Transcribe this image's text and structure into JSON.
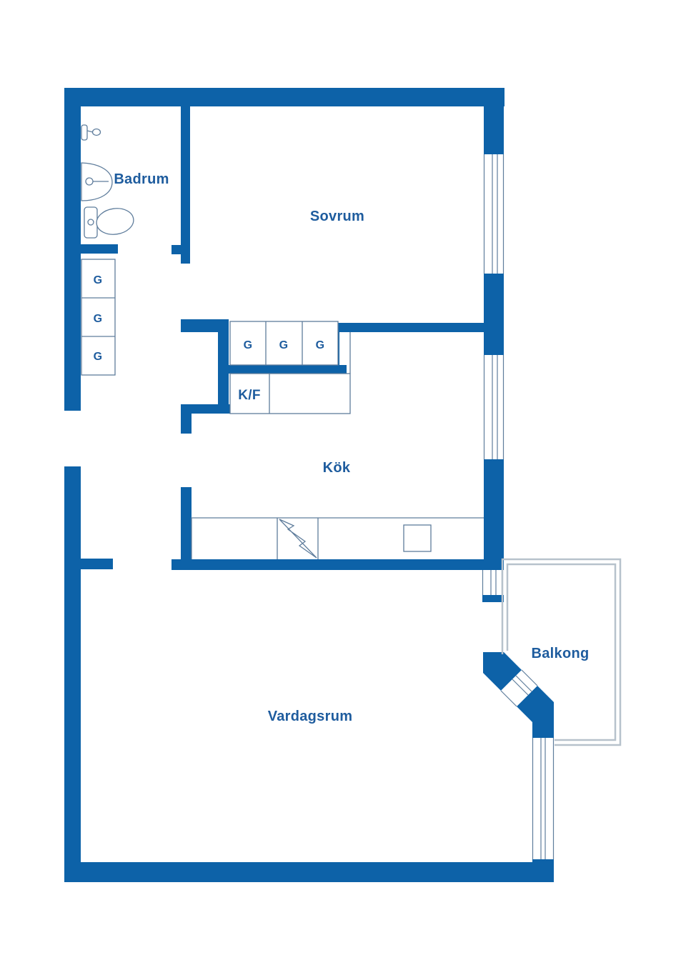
{
  "colors": {
    "wall": "#0d62a8",
    "text": "#1e5c9e",
    "outline": "#5f7d9c",
    "balcony": "#b7c2cc"
  },
  "rooms": {
    "badrum": "Badrum",
    "sovrum": "Sovrum",
    "kok": "Kök",
    "vardagsrum": "Vardagsrum",
    "balkong": "Balkong"
  },
  "storage": {
    "hall_wardrobes": [
      "G",
      "G",
      "G"
    ],
    "kitchen_cabinets": [
      "G",
      "G",
      "G"
    ],
    "fridge_freezer": "K/F"
  },
  "fixtures": {
    "bathroom": [
      "shower-mixer",
      "sink",
      "toilet"
    ],
    "kitchen": [
      "counter",
      "stove",
      "sink-basin"
    ]
  }
}
